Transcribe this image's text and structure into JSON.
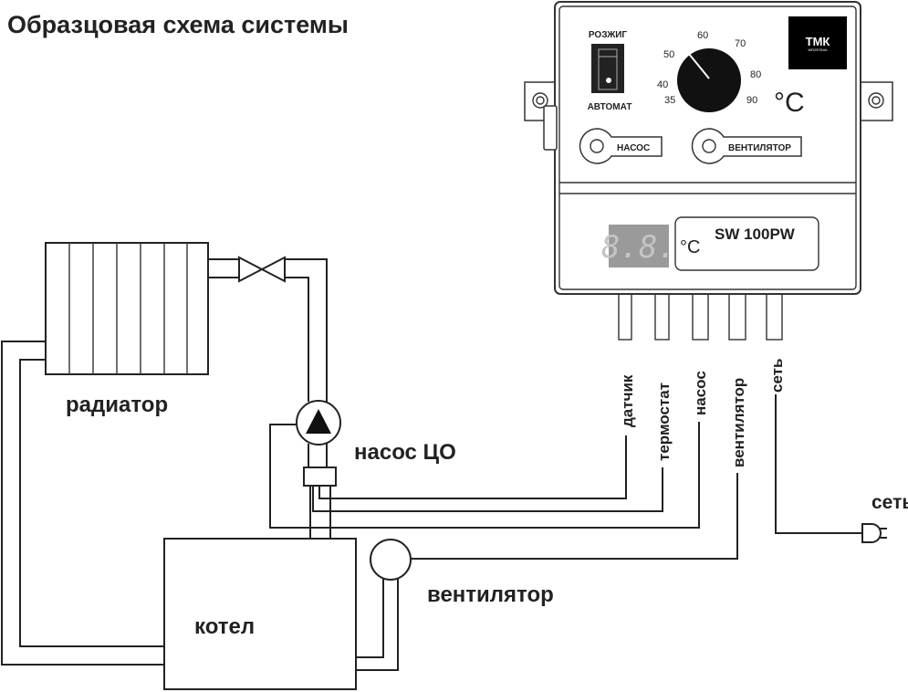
{
  "title": "Образцовая схема системы",
  "controller": {
    "switch_top": "РОЗЖИГ",
    "switch_bottom": "АВТОМАТ",
    "dial_ticks": [
      "35",
      "40",
      "50",
      "60",
      "70",
      "80",
      "90"
    ],
    "unit": "°C",
    "logo_text": "ТМК",
    "logo_sub": "WRZEŚNIA",
    "indicator_pump": "НАСОС",
    "indicator_fan": "ВЕНТИЛЯТОР",
    "display_digits": "8.8.",
    "display_unit": "°C",
    "model": "SW 100PW"
  },
  "cables": [
    "датчик",
    "термостат",
    "насос",
    "вентилятор",
    "сеть"
  ],
  "labels": {
    "radiator": "радиатор",
    "pump": "насос ЦО",
    "fan": "вентилятор",
    "boiler": "котел",
    "mains": "сеть"
  }
}
